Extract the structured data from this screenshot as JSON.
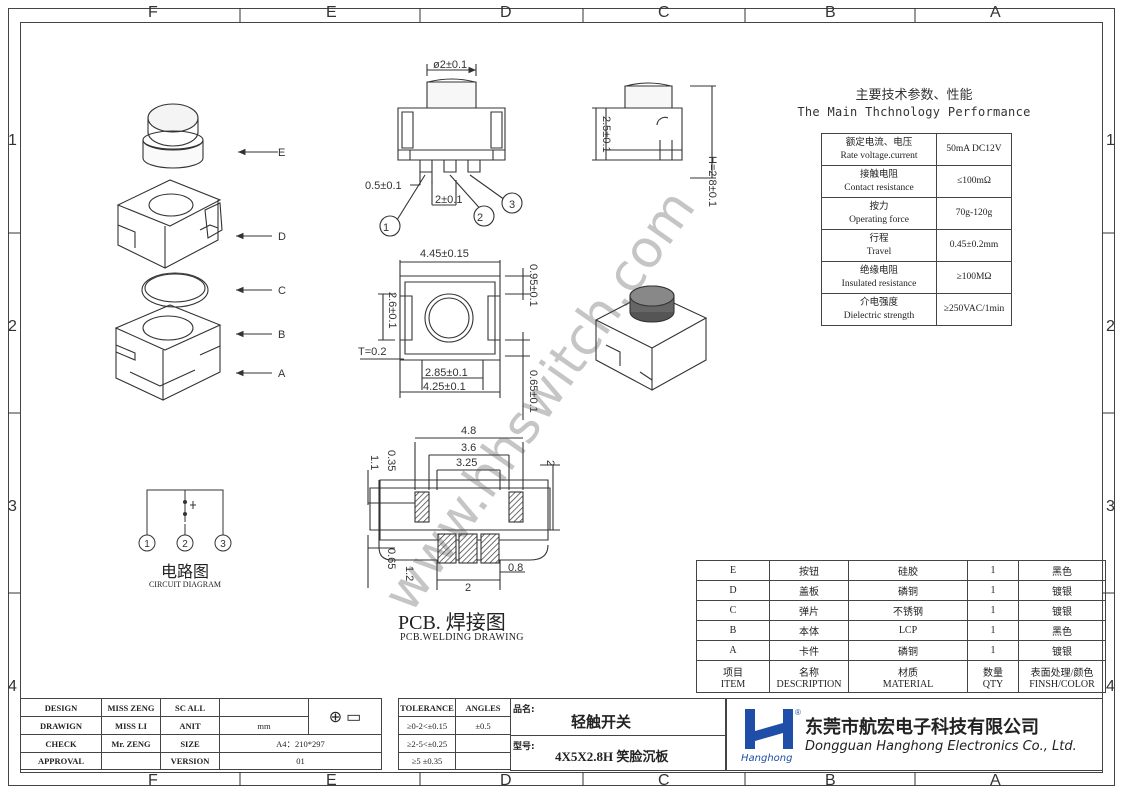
{
  "zones": {
    "columns": [
      "F",
      "E",
      "D",
      "C",
      "B",
      "A"
    ],
    "rows": [
      "1",
      "2",
      "3",
      "4"
    ]
  },
  "exploded_labels": [
    "E",
    "D",
    "C",
    "B",
    "A"
  ],
  "dims": {
    "top": {
      "dia": "ø2±0.1",
      "pitch1": "0.5±0.1",
      "pitch2": "2±0.1",
      "pins": [
        "1",
        "2",
        "3"
      ]
    },
    "side": {
      "h1": "2.5±0.1",
      "h2": "H=2.8±0.1"
    },
    "plan": {
      "w445": "4.45±0.15",
      "h26": "2.6±0.1",
      "v095": "0.95±0.1",
      "t02": "T=0.2",
      "w285": "2.85±0.1",
      "w425": "4.25±0.1",
      "v065": "0.65±0.1"
    },
    "pcb": {
      "w48": "4.8",
      "w36": "3.6",
      "w325": "3.25",
      "h11": "1.1",
      "h035": "0.35",
      "h2": "2",
      "h065": "0.65",
      "h12": "1.2",
      "w08": "0.8",
      "w2": "2"
    }
  },
  "circuit": {
    "pins": [
      "1",
      "2",
      "3"
    ],
    "title": "电路图",
    "subtitle": "CIRCUIT DIAGRAM"
  },
  "pcb_title": {
    "title": "PCB. 焊接图",
    "subtitle": "PCB.WELDING DRAWING"
  },
  "watermark": "www.hhswitch.com",
  "spec": {
    "title": "主要技术参数、性能",
    "subtitle": "The Main Thchnology Performance",
    "rows": [
      {
        "cn": "额定电流、电压",
        "en": "Rate voltage.current",
        "value": "50mA DC12V"
      },
      {
        "cn": "接触电阻",
        "en": "Contact resistance",
        "value": "≤100mΩ"
      },
      {
        "cn": "按力",
        "en": "Operating force",
        "value": "70g-120g"
      },
      {
        "cn": "行程",
        "en": "Travel",
        "value": "0.45±0.2mm"
      },
      {
        "cn": "绝缘电阻",
        "en": "Insulated resistance",
        "value": "≥100MΩ"
      },
      {
        "cn": "介电强度",
        "en": "Dielectric strength",
        "value": "≥250VAC/1min"
      }
    ]
  },
  "bom": {
    "rows": [
      [
        "E",
        "按钮",
        "硅胶",
        "1",
        "黑色"
      ],
      [
        "D",
        "盖板",
        "磷铜",
        "1",
        "镀银"
      ],
      [
        "C",
        "弹片",
        "不锈钢",
        "1",
        "镀银"
      ],
      [
        "B",
        "本体",
        "LCP",
        "1",
        "黑色"
      ],
      [
        "A",
        "卡件",
        "磷铜",
        "1",
        "镀银"
      ]
    ],
    "header_cn": [
      "项目",
      "名称",
      "材质",
      "数量",
      "表面处理/颜色"
    ],
    "header_en": [
      "ITEM",
      "DESCRIPTION",
      "MATERIAL",
      "QTY",
      "FINSH/COLOR"
    ]
  },
  "titleblock": {
    "design": "DESIGN",
    "design_by": "MISS ZENG",
    "scale_lbl": "SC ALL",
    "drawing": "DRAWIGN",
    "drawing_by": "MISS LI",
    "unit_lbl": "ANIT",
    "unit": "mm",
    "check": "CHECK",
    "check_by": "Mr. ZENG",
    "size_lbl": "SIZE",
    "size": "A4：210*297",
    "approval": "APPROVAL",
    "version_lbl": "VERSION",
    "version": "01",
    "tolerance": "TOLERANCE",
    "angles": "ANGLES",
    "tol1": "≥0-2<±0.15",
    "ang1": "±0.5",
    "tol2": "≥2-5<±0.25",
    "tol3": "≥5  ±0.35",
    "name_lbl": "品名:",
    "name": "轻触开关",
    "model_lbl": "型号:",
    "model": "4X5X2.8H 笑脸沉板",
    "company_cn": "东莞市航宏电子科技有限公司",
    "company_en": "Dongguan Hanghong Electronics Co., Ltd.",
    "logo_text": "Hanghong"
  },
  "colors": {
    "line": "#333333",
    "logo_blue": "#1f4ea8",
    "watermark": "#808080"
  }
}
